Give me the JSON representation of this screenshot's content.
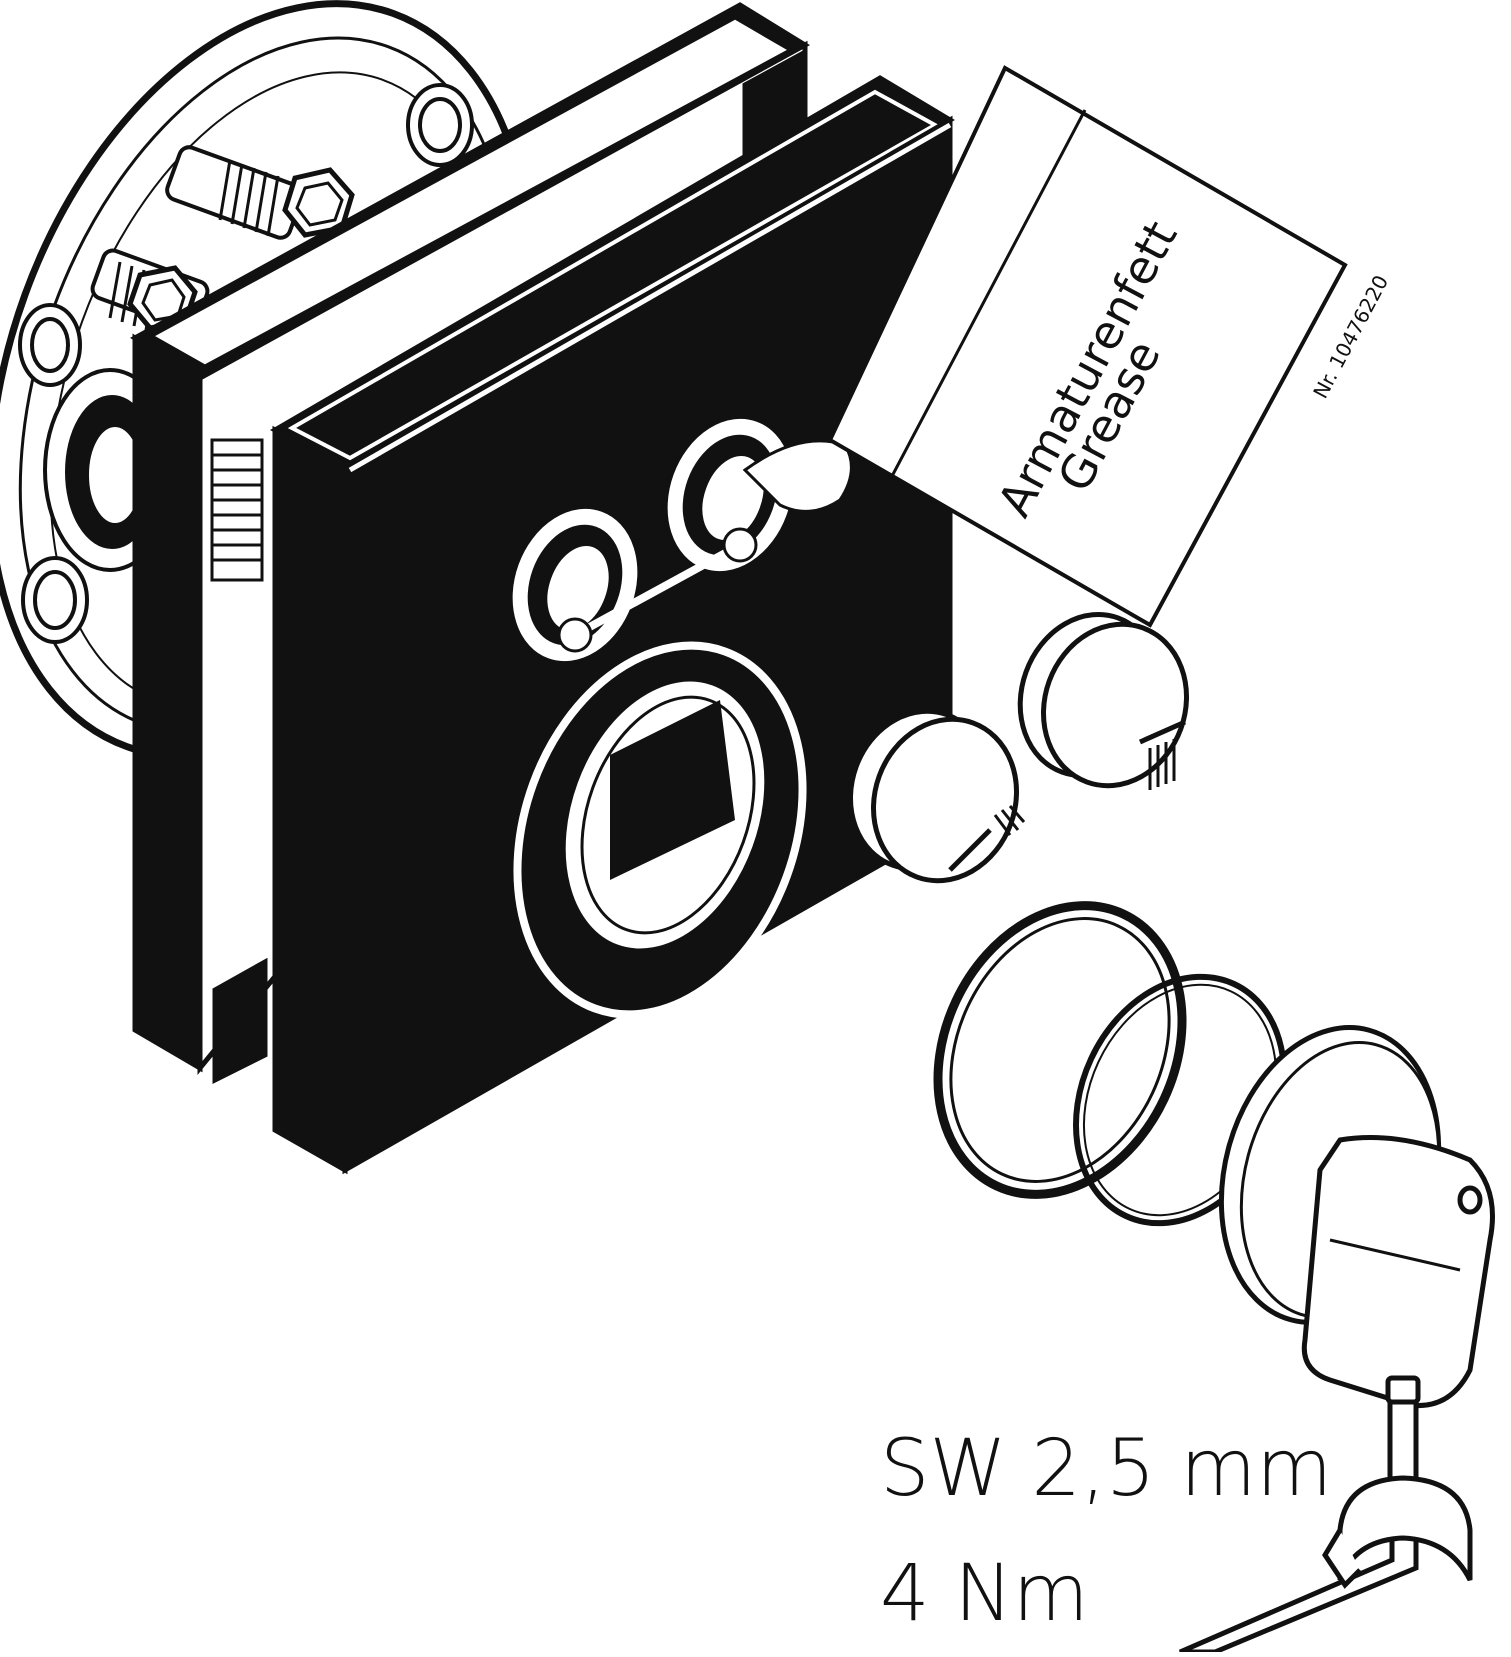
{
  "grease_card": {
    "line1": "Armaturenfett",
    "line2": "Grease",
    "part_number": "Nr. 10476220"
  },
  "specs": {
    "wrench_size": "SW 2,5 mm",
    "torque": "4 Nm"
  },
  "colors": {
    "ink": "#111111",
    "paper": "#ffffff"
  }
}
